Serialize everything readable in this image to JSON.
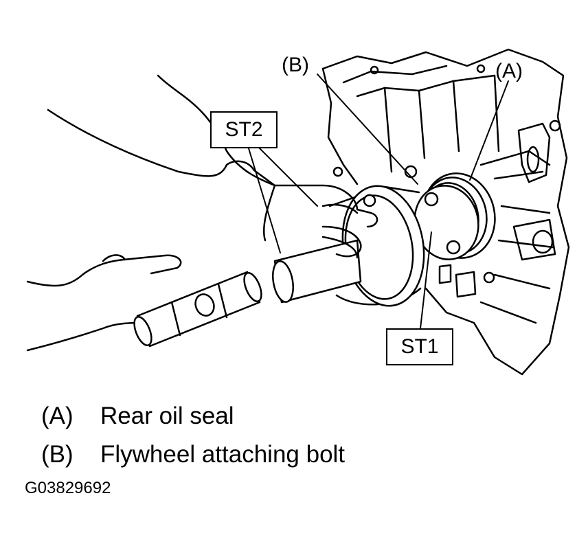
{
  "figure": {
    "tools": {
      "st2": "ST2",
      "st1": "ST1"
    },
    "callouts": {
      "a": "(A)",
      "b": "(B)"
    },
    "legend": [
      {
        "key": "(A)",
        "text": "Rear oil seal"
      },
      {
        "key": "(B)",
        "text": "Flywheel attaching bolt"
      }
    ],
    "figure_id": "G03829692"
  },
  "colors": {
    "ink": "#000000",
    "paper": "#ffffff"
  }
}
